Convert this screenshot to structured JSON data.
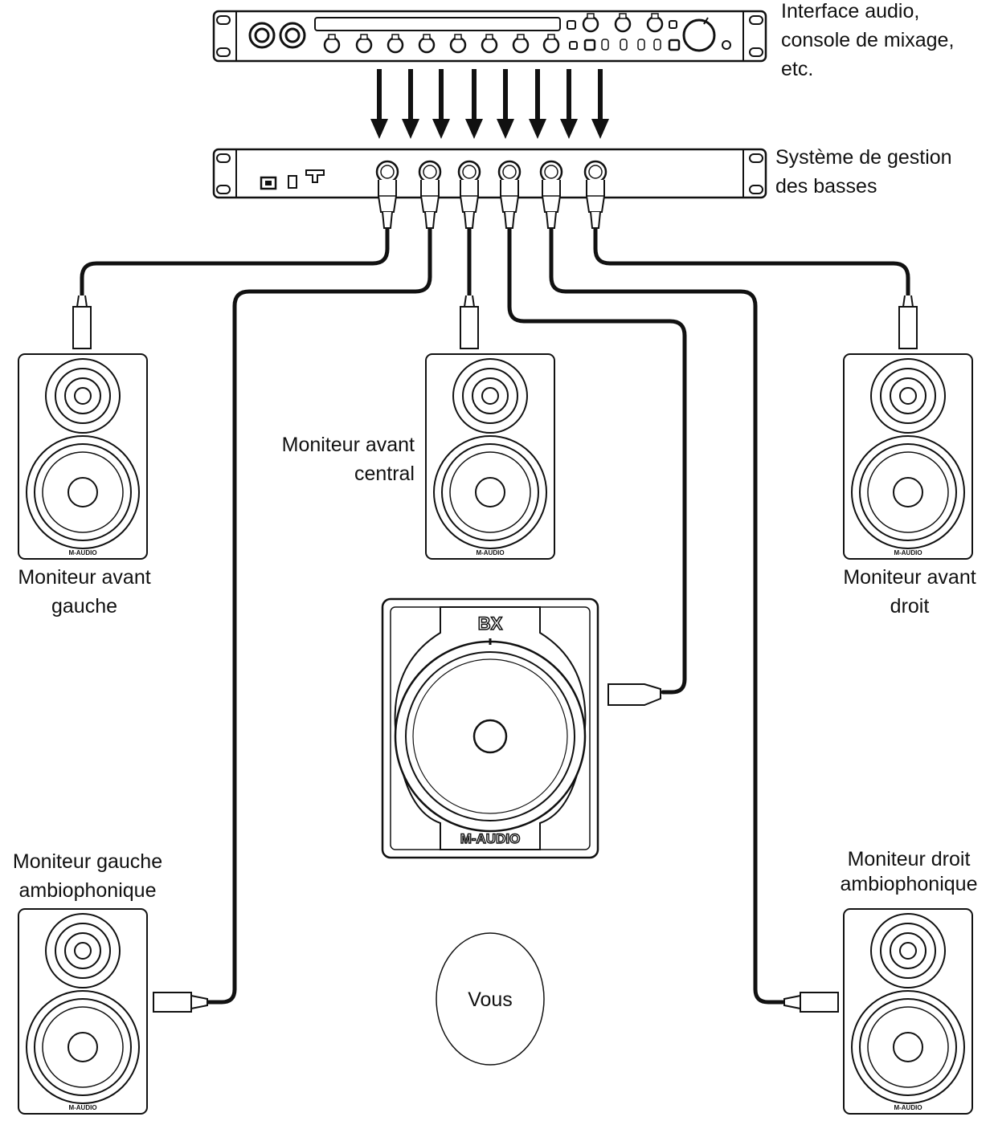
{
  "labels": {
    "interface": [
      "Interface audio,",
      "console de mixage,",
      "etc."
    ],
    "bass_manager": [
      "Système de gestion",
      "des basses"
    ],
    "front_left": [
      "Moniteur avant",
      "gauche"
    ],
    "front_center": [
      "Moniteur avant",
      "central"
    ],
    "front_right": [
      "Moniteur avant",
      "droit"
    ],
    "surround_left": [
      "Moniteur gauche",
      "ambiophonique"
    ],
    "surround_right": [
      "Moniteur droit",
      "ambiophonique"
    ],
    "listener": "Vous"
  },
  "branding": {
    "speaker_badge": "M-AUDIO",
    "sub_badge": "M-AUDIO",
    "sub_logo": "BX"
  },
  "colors": {
    "line": "#111111",
    "background": "#ffffff"
  }
}
